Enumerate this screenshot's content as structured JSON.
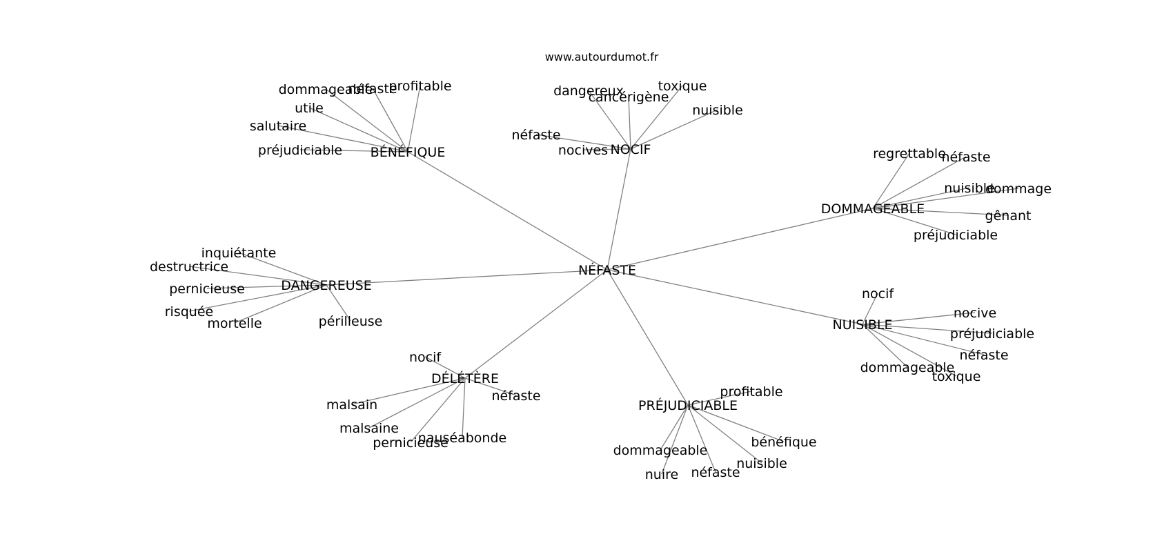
{
  "source": "www.autourdumot.fr",
  "graph": {
    "center": "NÉFASTE",
    "groups": [
      {
        "label": "BÉNÉFIQUE",
        "leaves": [
          "dommageable",
          "néfaste",
          "profitable",
          "utile",
          "salutaire",
          "préjudiciable"
        ]
      },
      {
        "label": "NOCIF",
        "leaves": [
          "dangereux",
          "cancérigène",
          "toxique",
          "nuisible",
          "néfaste",
          "nocives"
        ]
      },
      {
        "label": "DOMMAGEABLE",
        "leaves": [
          "regrettable",
          "néfaste",
          "nuisible",
          "dommage",
          "gênant",
          "préjudiciable"
        ]
      },
      {
        "label": "DANGEREUSE",
        "leaves": [
          "inquiétante",
          "destructrice",
          "pernicieuse",
          "risquée",
          "mortelle",
          "périlleuse"
        ]
      },
      {
        "label": "NUISIBLE",
        "leaves": [
          "nocif",
          "nocive",
          "préjudiciable",
          "néfaste",
          "dommageable",
          "toxique"
        ]
      },
      {
        "label": "DÉLÉTÈRE",
        "leaves": [
          "nocif",
          "néfaste",
          "malsain",
          "malsaine",
          "pernicieuse",
          "nauséabonde"
        ]
      },
      {
        "label": "PRÉJUDICIABLE",
        "leaves": [
          "profitable",
          "bénéfique",
          "nuisible",
          "néfaste",
          "nuire",
          "dommageable"
        ]
      }
    ]
  }
}
